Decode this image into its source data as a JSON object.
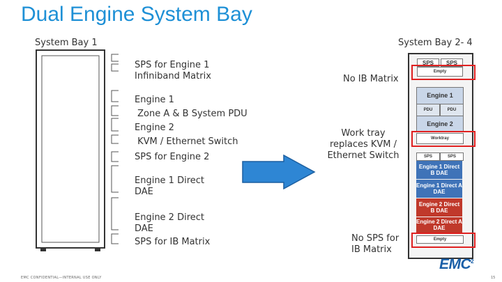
{
  "slide": {
    "title": "Dual Engine System Bay",
    "footer": "EMC CONFIDENTIAL—INTERNAL USE ONLY",
    "page_number": "15",
    "logo_text": "EMC",
    "logo_sup": "2"
  },
  "left_bay": {
    "header": "System Bay 1",
    "labels": [
      {
        "line1": "SPS for Engine 1",
        "line2": "Infiniband Matrix"
      },
      {
        "line1": "Engine 1",
        "line2": " Zone A & B System PDU"
      },
      {
        "line1": "Engine 2",
        "line2": " KVM / Ethernet Switch"
      },
      {
        "line1": "SPS for Engine 2",
        "line2": ""
      },
      {
        "line1": "Engine 1 Direct",
        "line2": "DAE"
      },
      {
        "line1": "Engine 2 Direct",
        "line2": "DAE"
      },
      {
        "line1": "SPS for IB Matrix",
        "line2": ""
      }
    ]
  },
  "right_bay": {
    "header": "System Bay 2- 4",
    "notes": {
      "no_ib": "No IB Matrix",
      "work_tray": "Work tray replaces KVM / Ethernet Switch",
      "no_sps": "No SPS for IB Matrix"
    },
    "rack": {
      "sps_left": "SPS",
      "sps_right": "SPS",
      "empty_top": "Empty",
      "engine1": "Engine 1",
      "pdu_left": "PDU",
      "pdu_right": "PDU",
      "engine2": "Engine 2",
      "worktray": "Worktray",
      "sps_left2": "SPS",
      "sps_right2": "SPS",
      "engine1_dae": "Engine 1 Direct B DAE",
      "engine1_dae2": "Engine 1 Direct A DAE",
      "engine2_dae": "Engine 2 Direct B DAE",
      "engine2_dae2": "Engine 2 Direct A DAE",
      "empty_bottom": "Empty"
    }
  },
  "colors": {
    "title": "#1e90d6",
    "arrow": "#2e86d4",
    "highlight": "#e02020",
    "blue_dae": "#3f73b8",
    "red_dae": "#c0392b"
  }
}
